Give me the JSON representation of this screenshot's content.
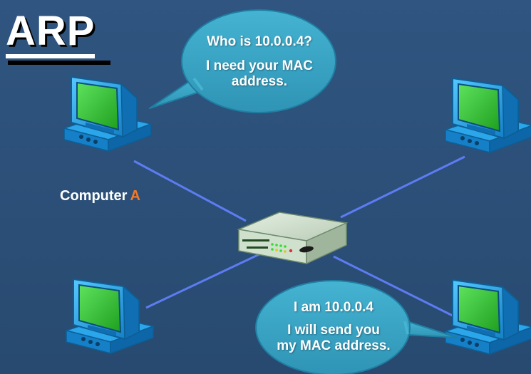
{
  "title": "ARP",
  "bubble_request": {
    "line1": "Who is 10.0.0.4?",
    "line2": "I need your MAC",
    "line3": "address."
  },
  "bubble_reply": {
    "line1": "I am 10.0.0.4",
    "line2": "I will send you",
    "line3": "my MAC address."
  },
  "computer_label": {
    "prefix": "Computer",
    "letter": "A"
  },
  "colors": {
    "background": "#2c4f77",
    "bubble": "#3aa5c4",
    "link": "#4f6fe8",
    "monitor": "#1aa0e6",
    "screen": "#2ecc2e",
    "switch": "#c9dcc8",
    "accent": "#f07a2a"
  },
  "icons": [
    "computer-icon",
    "switch-icon"
  ]
}
